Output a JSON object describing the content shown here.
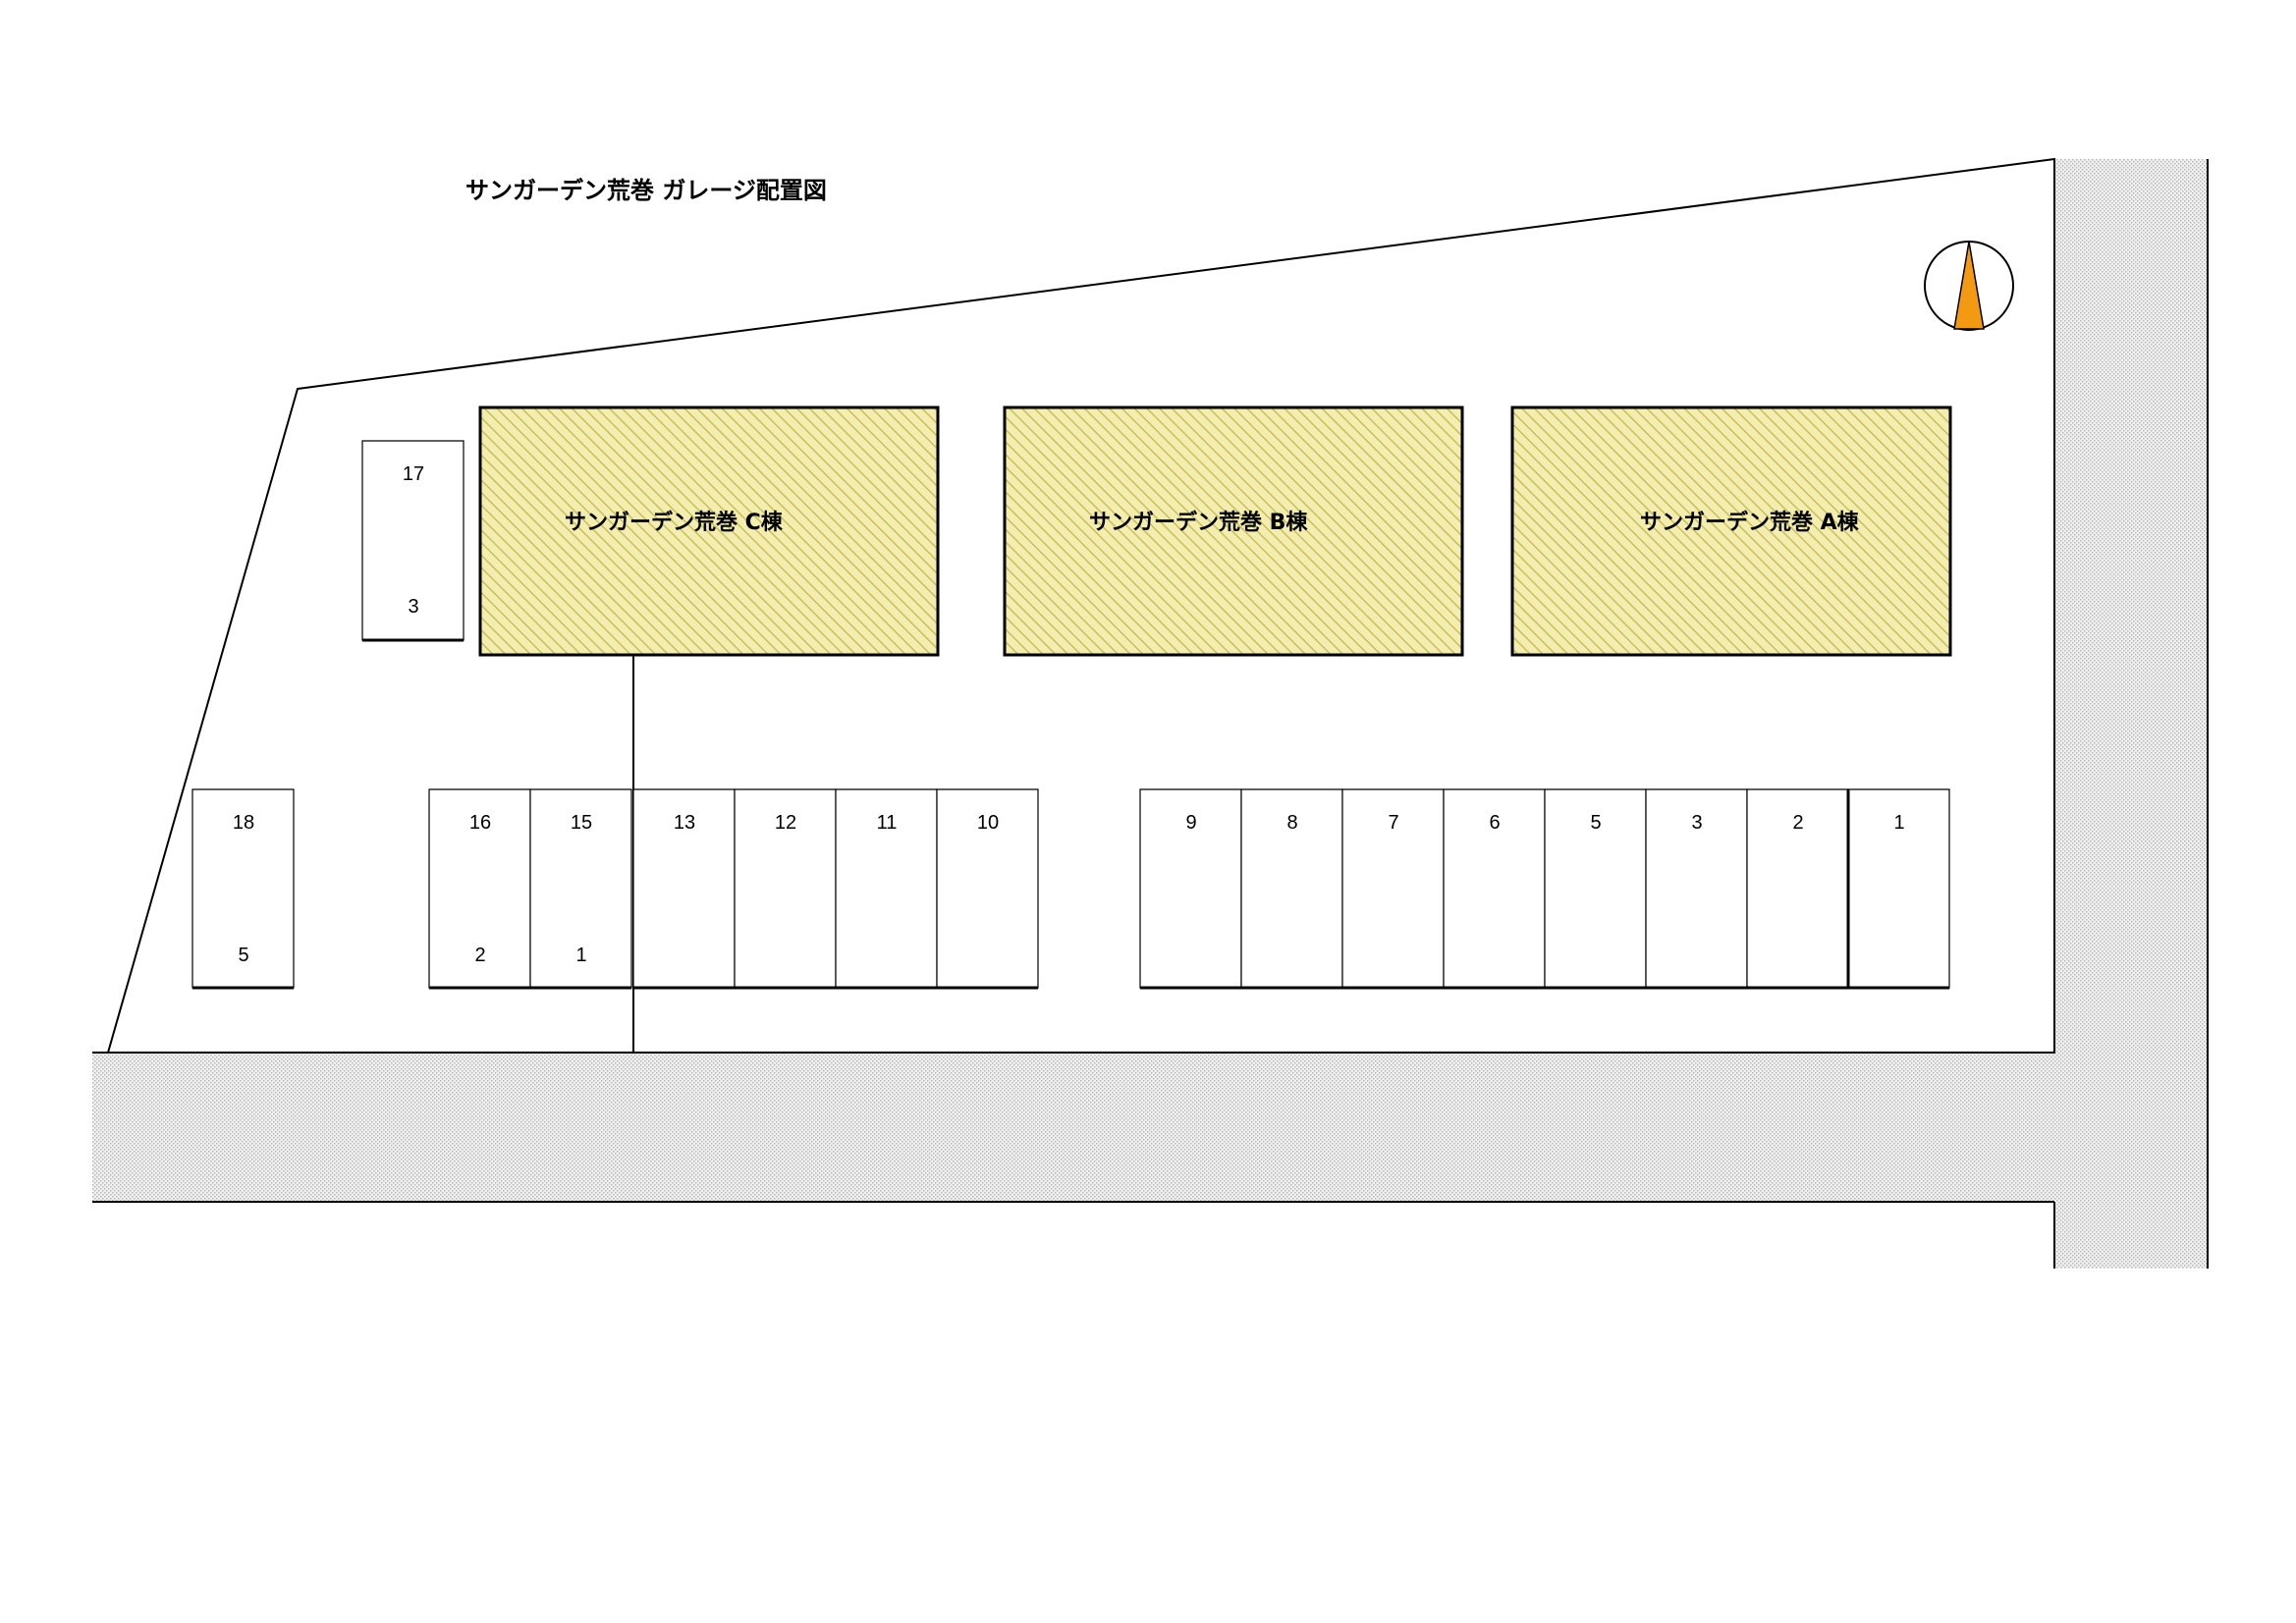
{
  "title": "サンガーデン荒巻 ガレージ配置図",
  "colors": {
    "building_fill": "#f3eeb0",
    "building_hatch": "#c9be5a",
    "road": "#e6e6e6",
    "compass_needle": "#f39a12"
  },
  "compass": {
    "icon": "north-arrow-icon"
  },
  "buildings": [
    {
      "id": "C",
      "label": "サンガーデン荒巻 C棟"
    },
    {
      "id": "B",
      "label": "サンガーデン荒巻 B棟"
    },
    {
      "id": "A",
      "label": "サンガーデン荒巻 A棟"
    }
  ],
  "garage_spaces": [
    {
      "number": "17",
      "sub": "3"
    },
    {
      "number": "18",
      "sub": "5"
    },
    {
      "number": "16",
      "sub": "2"
    },
    {
      "number": "15",
      "sub": "1"
    },
    {
      "number": "13",
      "sub": ""
    },
    {
      "number": "12",
      "sub": ""
    },
    {
      "number": "11",
      "sub": ""
    },
    {
      "number": "10",
      "sub": ""
    },
    {
      "number": "9",
      "sub": ""
    },
    {
      "number": "8",
      "sub": ""
    },
    {
      "number": "7",
      "sub": ""
    },
    {
      "number": "6",
      "sub": ""
    },
    {
      "number": "5",
      "sub": ""
    },
    {
      "number": "3",
      "sub": ""
    },
    {
      "number": "2",
      "sub": ""
    },
    {
      "number": "1",
      "sub": ""
    }
  ]
}
